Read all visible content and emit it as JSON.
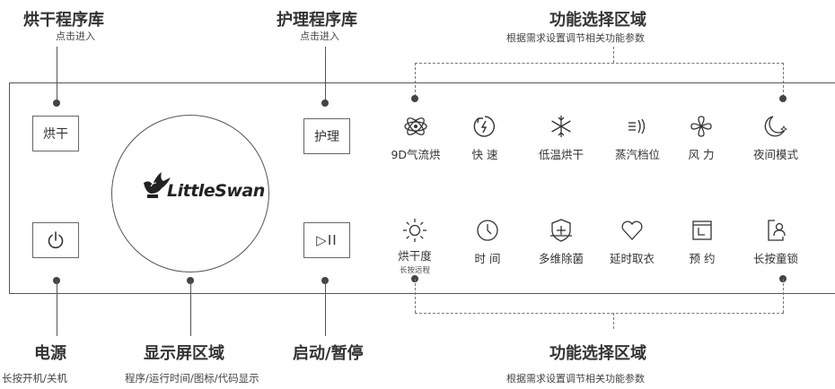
{
  "top_callouts": {
    "dry_library": {
      "title": "烘干程序库",
      "sub": "点击进入"
    },
    "care_library": {
      "title": "护理程序库",
      "sub": "点击进入"
    },
    "function_area_top": {
      "title": "功能选择区域",
      "sub": "根据需求设置调节相关功能参数"
    }
  },
  "bottom_callouts": {
    "power": {
      "title": "电源",
      "sub": "长按开机/关机"
    },
    "display": {
      "title": "显示屏区域",
      "sub": "程序/运行时间/图标/代码显示"
    },
    "start_pause": {
      "title": "启动/暂停"
    },
    "function_area_bottom": {
      "title": "功能选择区域",
      "sub": "根据需求设置调节相关功能参数"
    }
  },
  "buttons": {
    "dry": "烘干",
    "care": "护理",
    "play_pause_glyph": "▷II"
  },
  "logo": {
    "brand": "LittleSwan"
  },
  "functions_row1": [
    {
      "label": "9D气流烘",
      "icon": "atom-icon"
    },
    {
      "label": "快 速",
      "icon": "fast-icon"
    },
    {
      "label": "低温烘干",
      "icon": "snowflake-icon"
    },
    {
      "label": "蒸汽档位",
      "icon": "steam-icon"
    },
    {
      "label": "风 力",
      "icon": "fan-icon"
    },
    {
      "label": "夜间模式",
      "icon": "moon-icon"
    }
  ],
  "functions_row2": [
    {
      "label": "烘干度",
      "note": "长按远程",
      "icon": "sun-icon"
    },
    {
      "label": "时 间",
      "icon": "clock-icon"
    },
    {
      "label": "多维除菌",
      "icon": "shield-plus-icon"
    },
    {
      "label": "延时取衣",
      "icon": "heart-icon"
    },
    {
      "label": "预 约",
      "icon": "calendar-icon"
    },
    {
      "label": "长按童锁",
      "icon": "child-lock-icon"
    }
  ]
}
